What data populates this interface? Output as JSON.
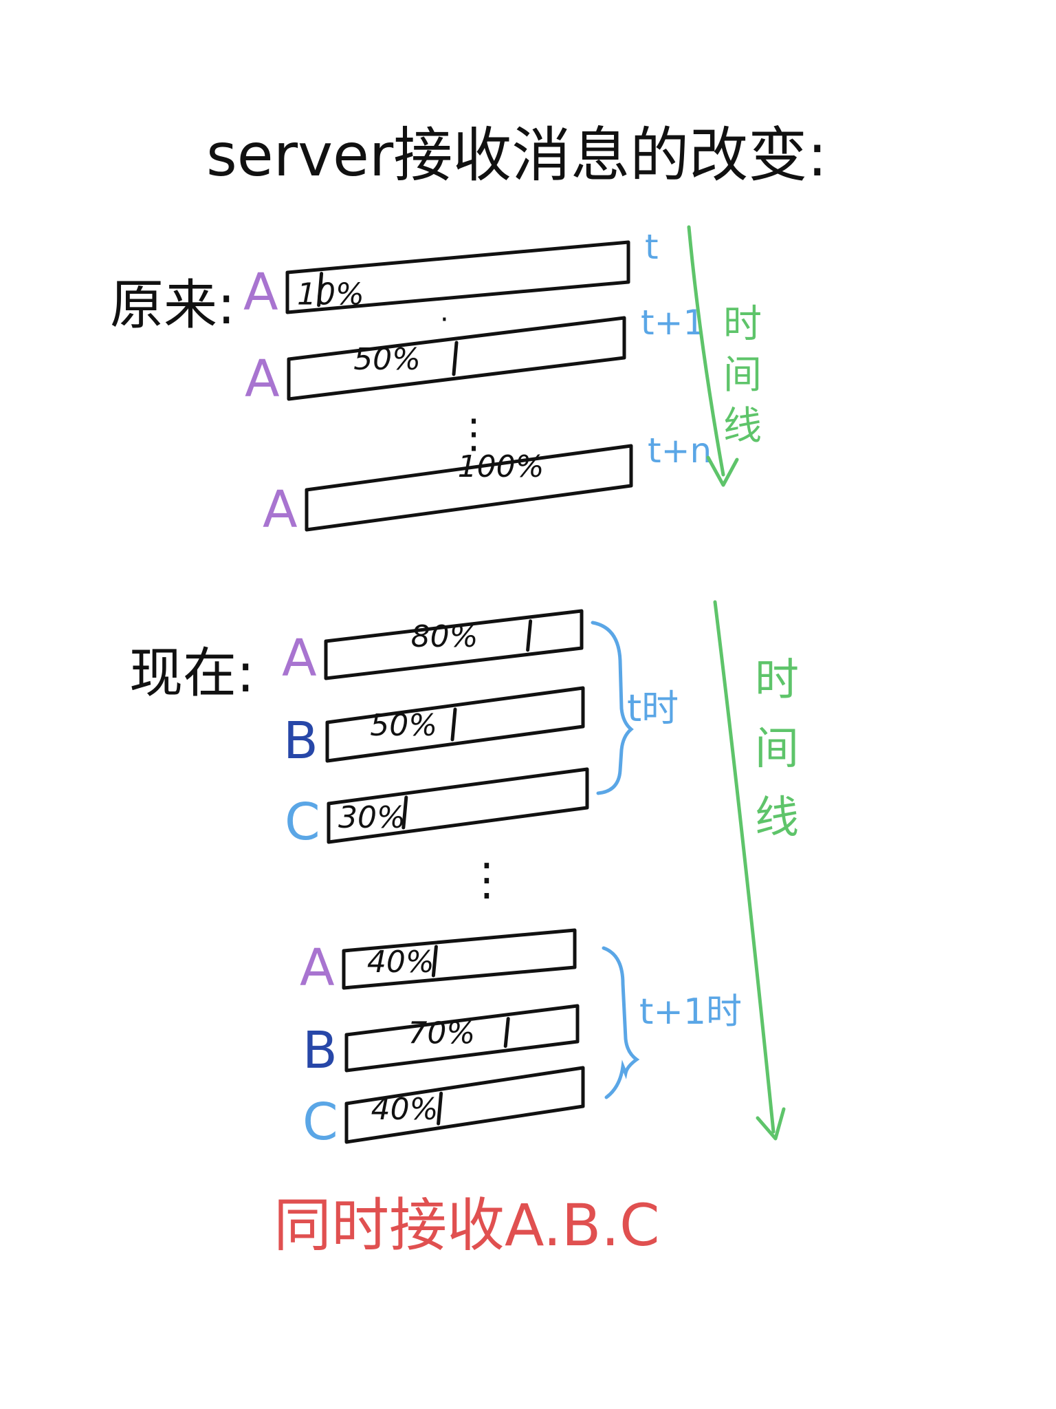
{
  "title": "server接收消息的改变:",
  "colors": {
    "ink": "#111111",
    "letter_a": "#a874d0",
    "letter_b": "#2747a8",
    "letter_c": "#5aa6e6",
    "time_labels": "#5aa6e6",
    "timeline": "#5ec46a",
    "footer": "#e05050"
  },
  "before": {
    "label": "原来:",
    "rows": [
      {
        "letter": "A",
        "percent": "10%",
        "fill": 0.1,
        "time": "t"
      },
      {
        "letter": "A",
        "percent": "50%",
        "fill": 0.5,
        "time": "t+1"
      },
      {
        "letter": "A",
        "percent": "100%",
        "fill": 1.0,
        "time": "t+n"
      }
    ],
    "ellipsis": "⋮",
    "timeline_label": "时间线"
  },
  "after": {
    "label": "现在:",
    "group1": {
      "time": "t时",
      "rows": [
        {
          "letter": "A",
          "percent": "80%",
          "fill": 0.8
        },
        {
          "letter": "B",
          "percent": "50%",
          "fill": 0.5
        },
        {
          "letter": "C",
          "percent": "30%",
          "fill": 0.3
        }
      ]
    },
    "ellipsis": "⋮",
    "group2": {
      "time": "t+1时",
      "rows": [
        {
          "letter": "A",
          "percent": "40%",
          "fill": 0.4
        },
        {
          "letter": "B",
          "percent": "70%",
          "fill": 0.7
        },
        {
          "letter": "C",
          "percent": "40%",
          "fill": 0.4
        }
      ]
    },
    "timeline_label": "时间线"
  },
  "footer": "同时接收A.B.C"
}
